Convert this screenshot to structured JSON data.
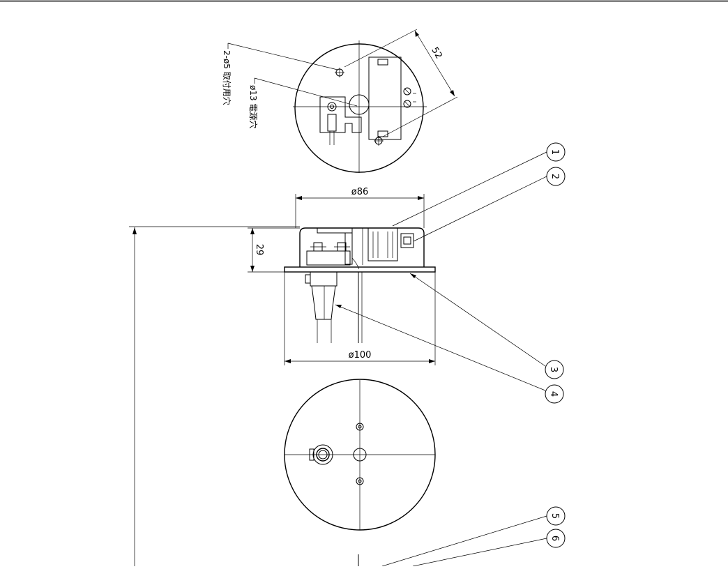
{
  "top_view": {
    "dim_slot_spacing": "52",
    "note_mount_holes": "2-ø5 取付用穴",
    "note_power_hole": "ø13 電源穴"
  },
  "side_view": {
    "dim_housing_dia": "ø86",
    "dim_height": "29",
    "dim_base_dia": "ø100"
  },
  "callouts": [
    "1",
    "2",
    "3",
    "4",
    "5",
    "6"
  ]
}
